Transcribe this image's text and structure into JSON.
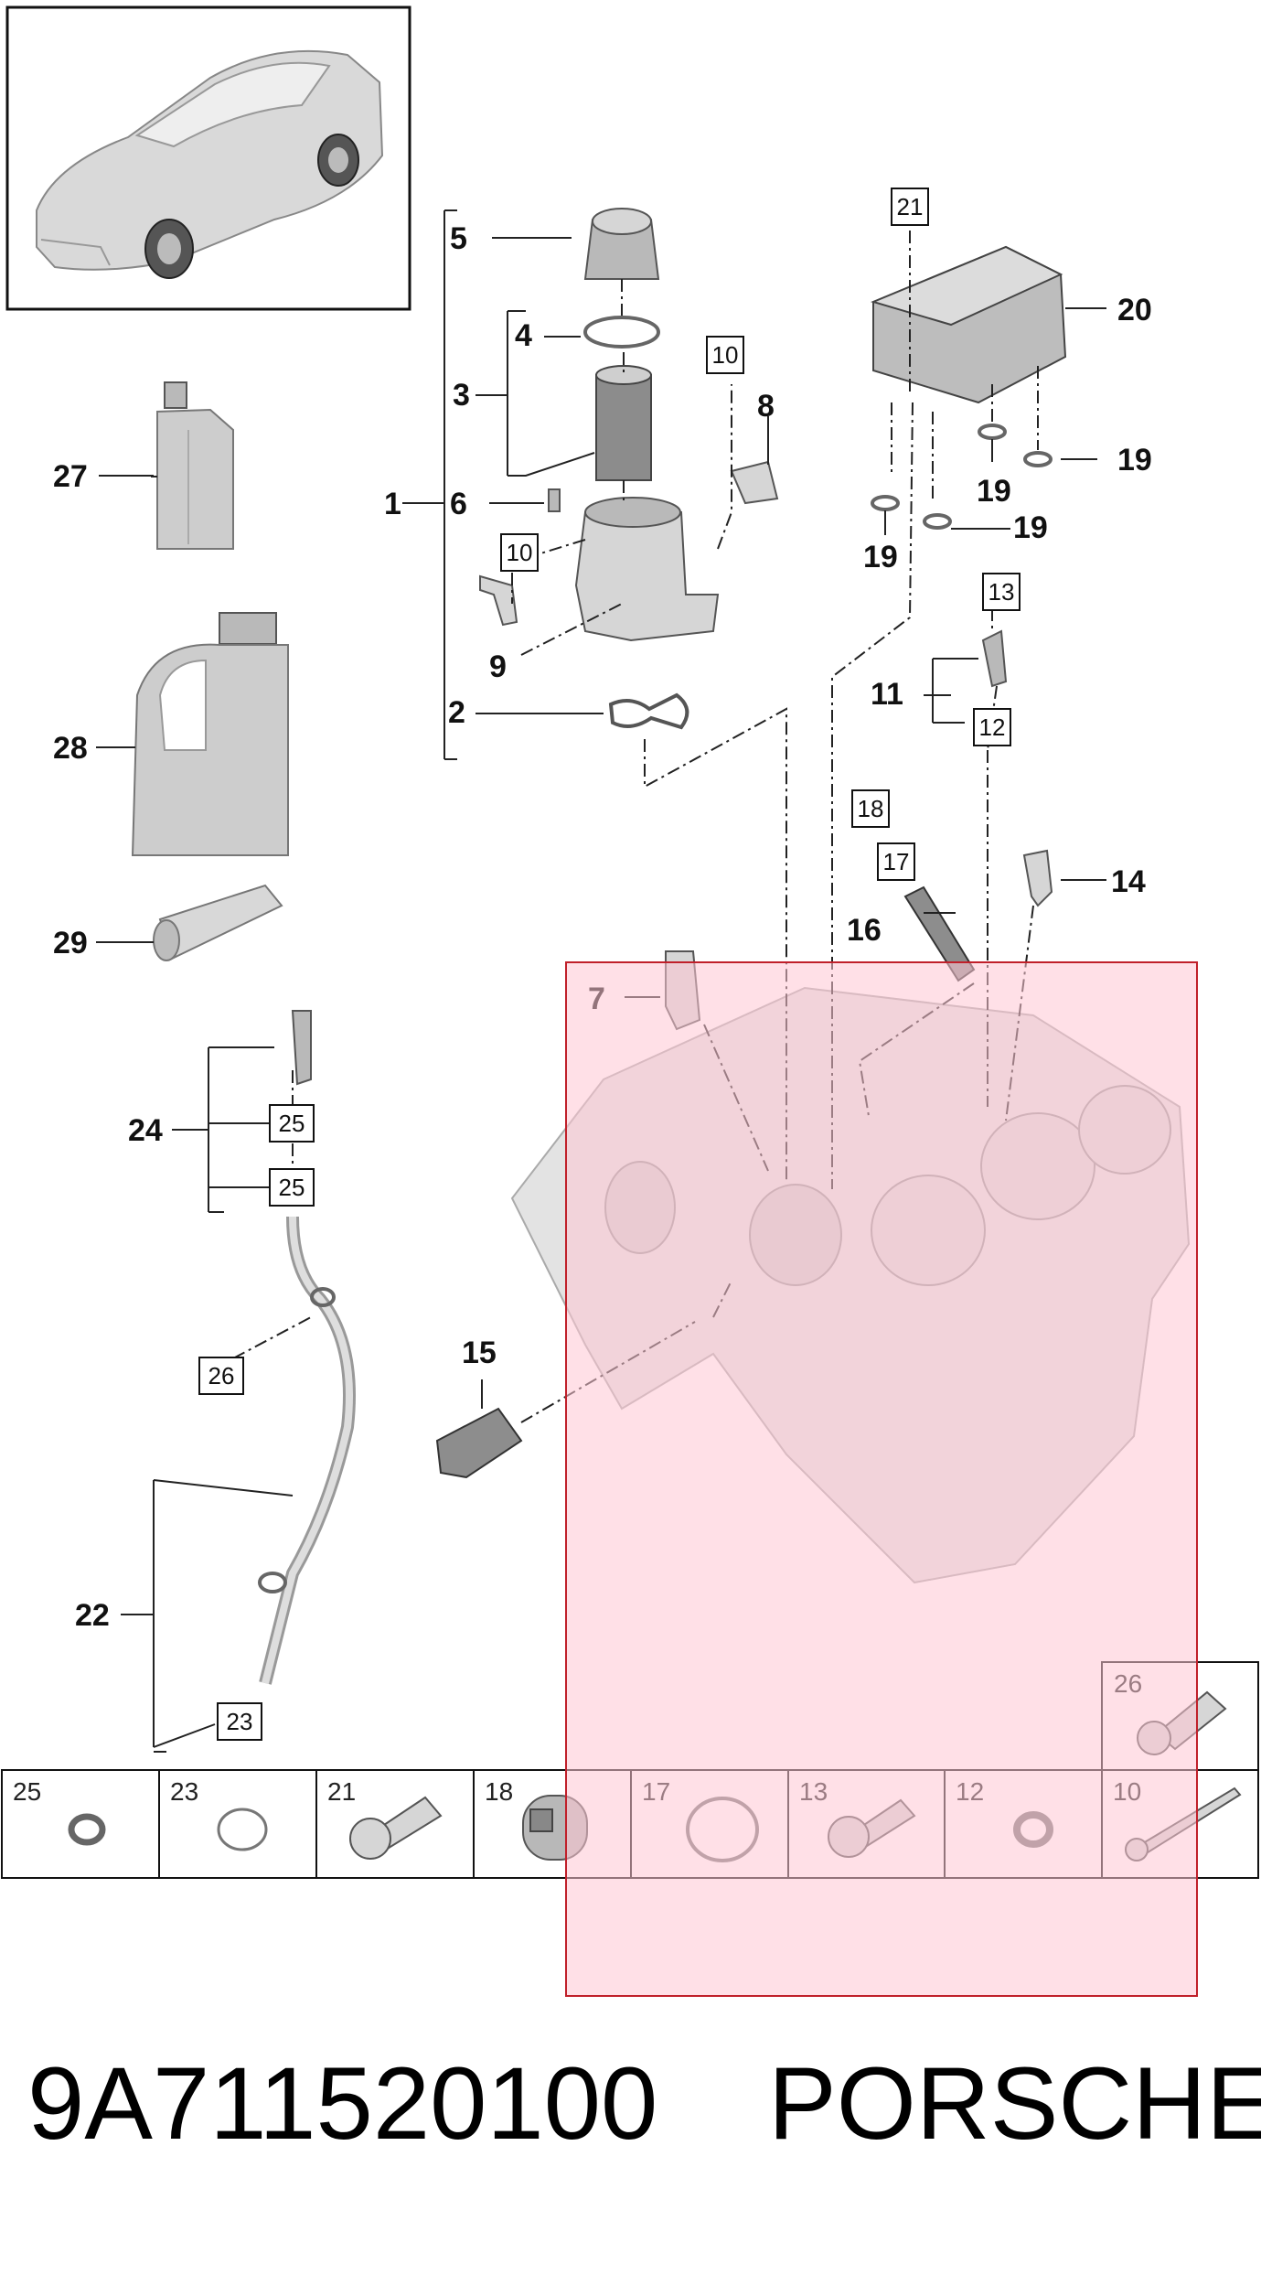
{
  "callouts": {
    "c1": "1",
    "c2": "2",
    "c3": "3",
    "c4": "4",
    "c5": "5",
    "c6": "6",
    "c7": "7",
    "c8": "8",
    "c9": "9",
    "c11": "11",
    "c14": "14",
    "c15": "15",
    "c16": "16",
    "c19a": "19",
    "c19b": "19",
    "c19c": "19",
    "c19d": "19",
    "c20": "20",
    "c22": "22",
    "c24": "24",
    "c27": "27",
    "c28": "28",
    "c29": "29"
  },
  "boxed_refs": {
    "b10a": "10",
    "b10b": "10",
    "b12": "12",
    "b13": "13",
    "b17": "17",
    "b18": "18",
    "b21": "21",
    "b23": "23",
    "b25a": "25",
    "b25b": "25",
    "b26": "26"
  },
  "hardware_tray": {
    "corner": "26",
    "cells": [
      "25",
      "23",
      "21",
      "18",
      "17",
      "13",
      "12",
      "10"
    ]
  },
  "footer": {
    "part_number": "9A711520100",
    "brand": "PORSCHE"
  },
  "colors": {
    "highlight_fill": "#ffc7d3",
    "highlight_border": "#c0202a",
    "line": "#222222"
  }
}
